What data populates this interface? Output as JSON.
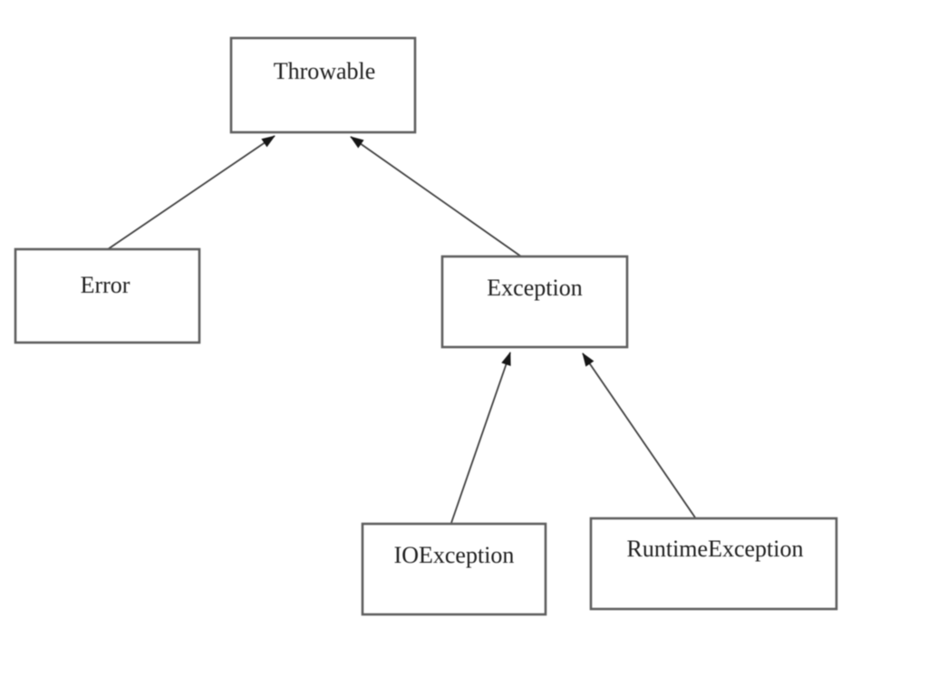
{
  "diagram": {
    "kind": "class-inheritance-hierarchy",
    "nodes": {
      "throwable": {
        "label": "Throwable"
      },
      "error": {
        "label": "Error"
      },
      "exception": {
        "label": "Exception"
      },
      "ioexception": {
        "label": "IOException"
      },
      "runtimeexception": {
        "label": "RuntimeException"
      }
    },
    "edges": [
      {
        "from": "Error",
        "to": "Throwable",
        "style": "solid-line-filled-arrowhead"
      },
      {
        "from": "Exception",
        "to": "Throwable",
        "style": "solid-line-filled-arrowhead"
      },
      {
        "from": "IOException",
        "to": "Exception",
        "style": "solid-line-filled-arrowhead"
      },
      {
        "from": "RuntimeException",
        "to": "Exception",
        "style": "solid-line-filled-arrowhead"
      }
    ],
    "colors": {
      "background": "#ffffff",
      "box_fill": "#ffffff",
      "box_border": "#5e5e5e",
      "edge_line": "#3f3f3f",
      "arrowhead": "#161616",
      "label_text": "#1e1e1e"
    }
  }
}
